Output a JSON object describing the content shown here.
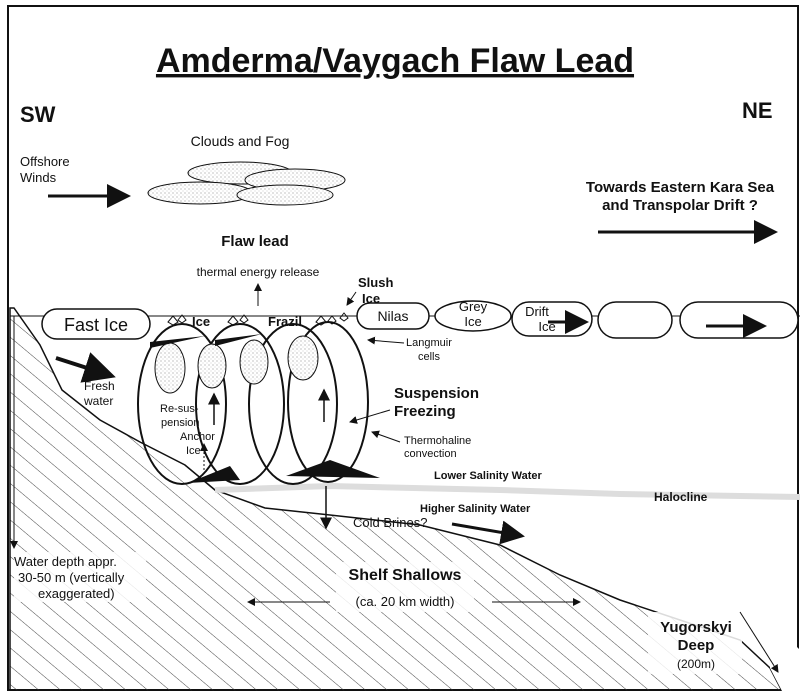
{
  "title": "Amderma/Vaygach Flaw Lead",
  "directions": {
    "left": "SW",
    "right": "NE"
  },
  "labels": {
    "offshore_winds_1": "Offshore",
    "offshore_winds_2": "Winds",
    "clouds_and_fog": "Clouds and Fog",
    "towards_1": "Towards Eastern Kara Sea",
    "towards_2": "and Transpolar Drift ?",
    "flaw_lead": "Flaw lead",
    "thermal_energy_release": "thermal energy  release",
    "slush_1": "Slush",
    "slush_2": "Ice",
    "fast_ice": "Fast Ice",
    "ice": "Ice",
    "frazil": "Frazil",
    "nilas": "Nilas",
    "grey_1": "Grey",
    "grey_2": "Ice",
    "drift_1": "Drift",
    "drift_2": "Ice",
    "langmuir_1": "Langmuir",
    "langmuir_2": "cells",
    "fresh_1": "Fresh",
    "fresh_2": "water",
    "resuspension_1": "Re-sus-",
    "resuspension_2": "pension",
    "anchor_1": "Anchor",
    "anchor_2": "Ice",
    "suspension_1": "Suspension",
    "suspension_2": "Freezing",
    "thermohaline_1": "Thermohaline",
    "thermohaline_2": "convection",
    "lower_salinity": "Lower Salinity Water",
    "halocline": "Halocline",
    "higher_salinity": "Higher Salinity Water",
    "cold_brines": "Cold Brines?",
    "water_depth_1": "Water depth appr.",
    "water_depth_2": "30-50 m (vertically",
    "water_depth_3": "exaggerated)",
    "shelf_shallows": "Shelf Shallows",
    "shelf_width": "(ca. 20 km width)",
    "yugorskyi_1": "Yugorskyi",
    "yugorskyi_2": "Deep",
    "yugorskyi_3": "(200m)"
  }
}
